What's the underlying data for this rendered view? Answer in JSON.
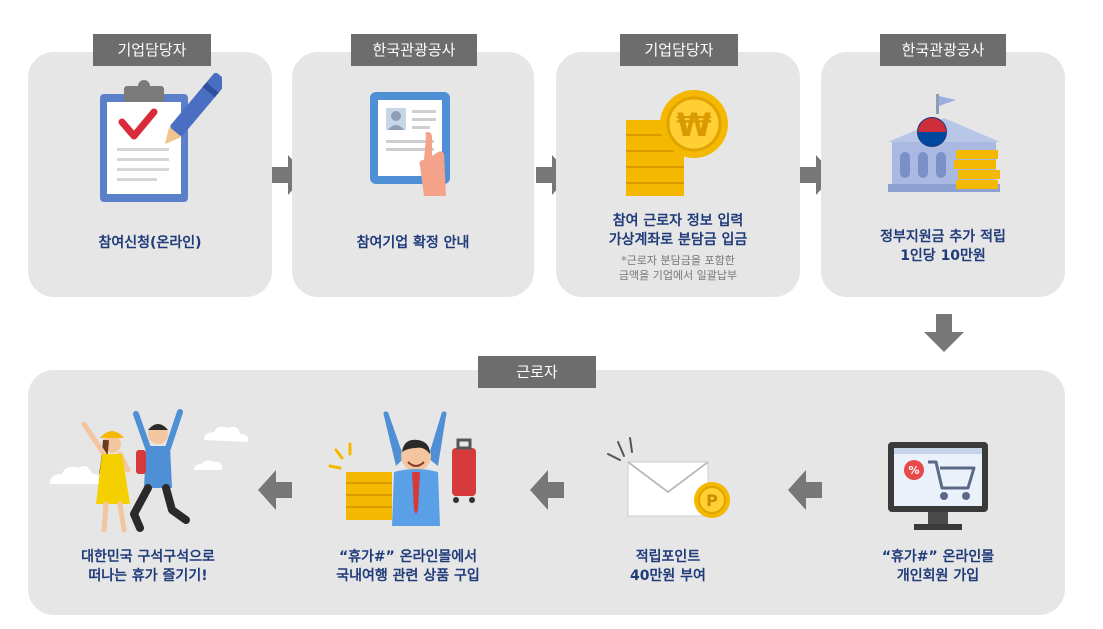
{
  "top_steps": [
    {
      "tag": "기업담당자",
      "title": [
        "참여신청(온라인)"
      ]
    },
    {
      "tag": "한국관광공사",
      "title": [
        "참여기업 확정 안내"
      ]
    },
    {
      "tag": "기업담당자",
      "title": [
        "참여 근로자 정보 입력",
        "가상계좌로 분담금 입금"
      ],
      "note": [
        "*근로자 분담금을 포함한",
        "금액을 기업에서 일괄납부"
      ]
    },
    {
      "tag": "한국관광공사",
      "title": [
        "정부지원금 추가 적립",
        "1인당 10만원"
      ]
    }
  ],
  "bottom_group": {
    "tag": "근로자",
    "steps": [
      {
        "title": [
          "“휴가#” 온라인몰",
          "개인회원 가입"
        ]
      },
      {
        "title": [
          "적립포인트",
          "40만원 부여"
        ]
      },
      {
        "title": [
          "“휴가#” 온라인몰에서",
          "국내여행 관련 상품 구입"
        ]
      },
      {
        "title": [
          "대한민국 구석구석으로",
          "떠나는 휴가 즐기기!"
        ]
      }
    ]
  },
  "colors": {
    "card": "#e6e6e6",
    "tag": "#6d6d6d",
    "title": "#1f3b7a",
    "arrow": "#777777",
    "coin": "#f5b800"
  }
}
